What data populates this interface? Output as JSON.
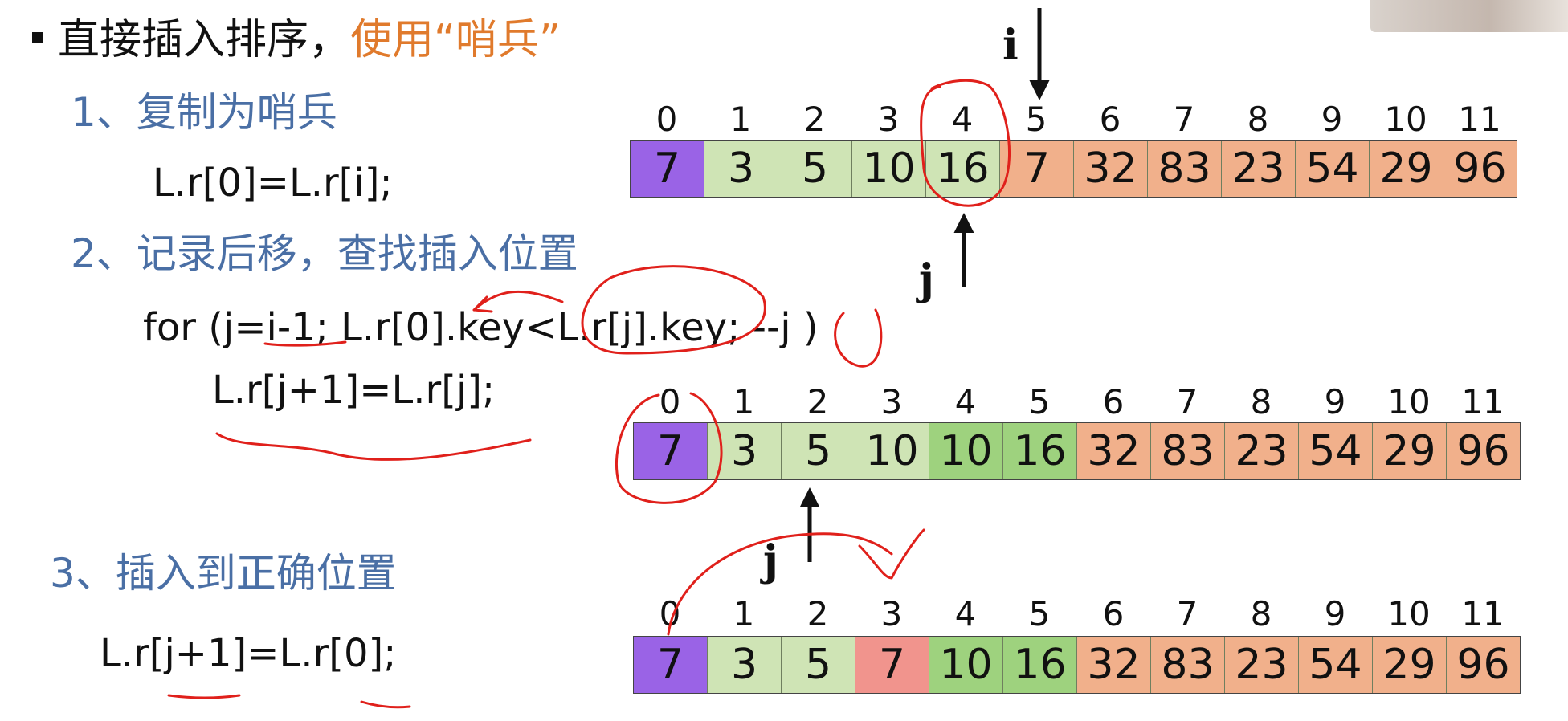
{
  "title": {
    "main": "直接插入排序，",
    "highlight": "使用“哨兵”"
  },
  "steps": [
    {
      "label": "1、复制为哨兵",
      "code": [
        "L.r[0]=L.r[i];"
      ]
    },
    {
      "label": "2、记录后移，查找插入位置",
      "code": [
        "for (j=i-1; L.r[0].key<L.r[j].key; --j )",
        "L.r[j+1]=L.r[j];"
      ]
    },
    {
      "label": "3、插入到正确位置",
      "code": [
        "L.r[j+1]=L.r[0];"
      ]
    }
  ],
  "arrays": [
    {
      "indices": [
        "0",
        "1",
        "2",
        "3",
        "4",
        "5",
        "6",
        "7",
        "8",
        "9",
        "10",
        "11"
      ],
      "values": [
        "7",
        "3",
        "5",
        "10",
        "16",
        "7",
        "32",
        "83",
        "23",
        "54",
        "29",
        "96"
      ],
      "colors": [
        "purple",
        "lgreen",
        "lgreen",
        "lgreen",
        "lgreen",
        "orange",
        "orange",
        "orange",
        "orange",
        "orange",
        "orange",
        "orange"
      ],
      "pointers": [
        {
          "label": "i",
          "direction": "down",
          "at_index": 5
        },
        {
          "label": "j",
          "direction": "up",
          "at_index": 4
        }
      ]
    },
    {
      "indices": [
        "0",
        "1",
        "2",
        "3",
        "4",
        "5",
        "6",
        "7",
        "8",
        "9",
        "10",
        "11"
      ],
      "values": [
        "7",
        "3",
        "5",
        "10",
        "10",
        "16",
        "32",
        "83",
        "23",
        "54",
        "29",
        "96"
      ],
      "colors": [
        "purple",
        "lgreen",
        "lgreen",
        "lgreen",
        "green",
        "green",
        "orange",
        "orange",
        "orange",
        "orange",
        "orange",
        "orange"
      ],
      "pointers": [
        {
          "label": "j",
          "direction": "up",
          "at_index": 2
        }
      ]
    },
    {
      "indices": [
        "0",
        "1",
        "2",
        "3",
        "4",
        "5",
        "6",
        "7",
        "8",
        "9",
        "10",
        "11"
      ],
      "values": [
        "7",
        "3",
        "5",
        "7",
        "10",
        "16",
        "32",
        "83",
        "23",
        "54",
        "29",
        "96"
      ],
      "colors": [
        "purple",
        "lgreen",
        "lgreen",
        "red",
        "green",
        "green",
        "orange",
        "orange",
        "orange",
        "orange",
        "orange",
        "orange"
      ],
      "pointers": []
    }
  ],
  "palette": {
    "purple": "#9a63e6",
    "lgreen": "#cfe4b5",
    "green": "#9ed27e",
    "orange": "#f1b08b",
    "red": "#f1948d",
    "annotation": "#e0201b",
    "step_text": "#4a6fa5",
    "highlight": "#e07a2c"
  }
}
